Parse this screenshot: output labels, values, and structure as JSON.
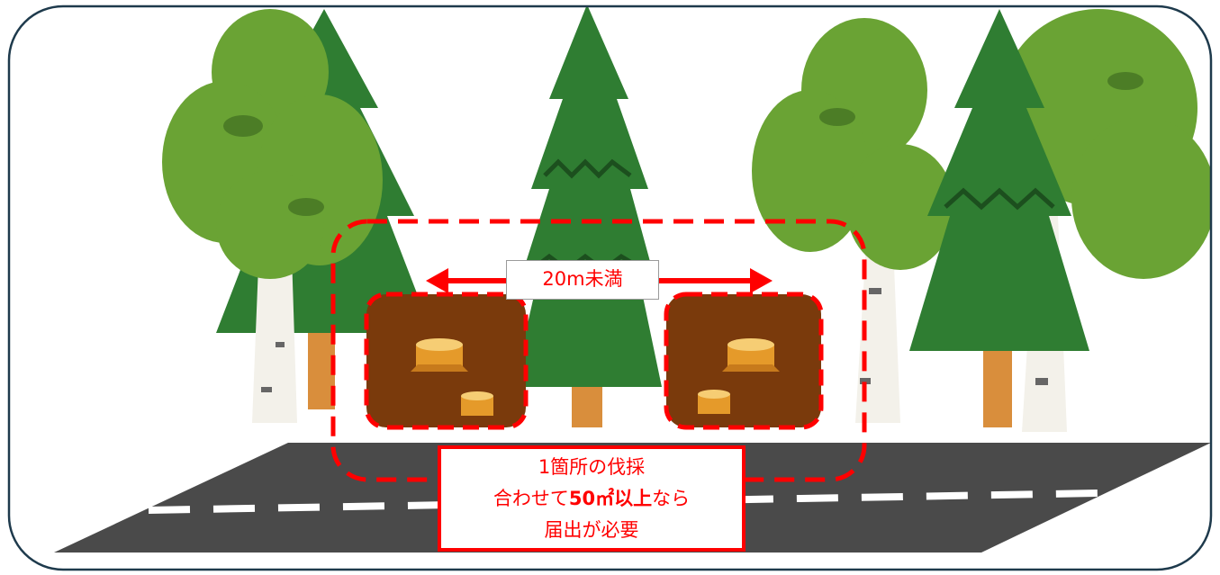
{
  "distance": {
    "label": "20m未満"
  },
  "note": {
    "line1": "1箇所の伐採",
    "line2_prefix": "合わせて",
    "line2_bold": "50㎡以上",
    "line2_suffix": "なら",
    "line3": "届出が必要"
  },
  "colors": {
    "frame": "#1e3a4c",
    "accent_red": "#ff0000",
    "road": "#4a4a4a",
    "road_marking": "#ffffff",
    "cleared_ground": "#7a3a0c",
    "stump": "#e59a2a",
    "birch_leaves": "#6aa334",
    "fir_leaves": "#2f7d32",
    "birch_trunk": "#f3f1ea",
    "fir_trunk": "#d98e3c"
  },
  "icons": [
    "birch-tree-icon",
    "fir-tree-icon",
    "tree-stump-icon",
    "double-arrow-icon"
  ]
}
